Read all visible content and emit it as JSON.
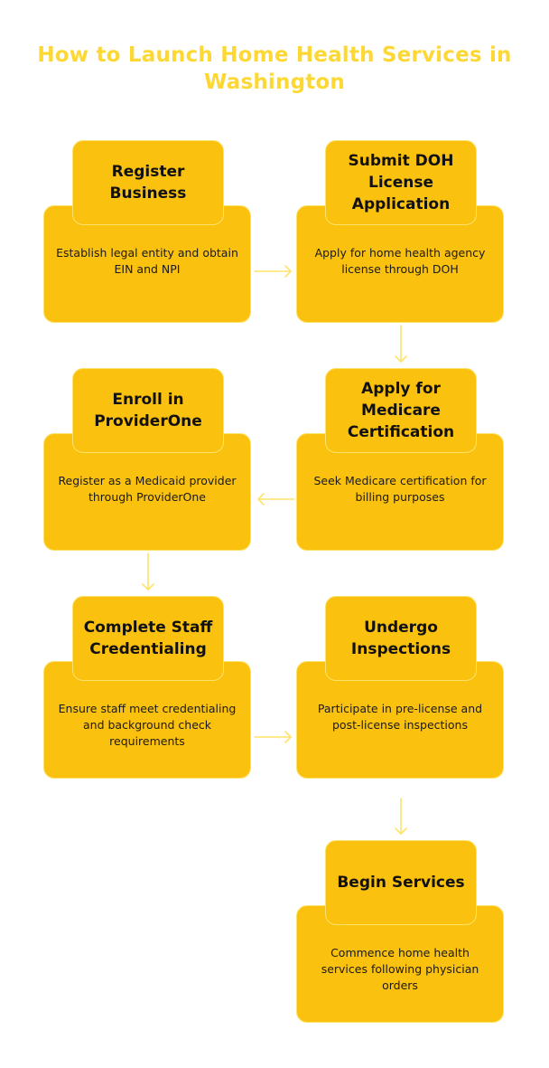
{
  "title": "How to Launch Home Health Services in Washington",
  "steps": [
    {
      "title": "Register Business",
      "description": "Establish legal entity and obtain EIN and NPI"
    },
    {
      "title": "Submit DOH License Application",
      "description": "Apply for home health agency license through DOH"
    },
    {
      "title": "Apply for Medicare Certification",
      "description": "Seek Medicare certification for billing purposes"
    },
    {
      "title": "Enroll in ProviderOne",
      "description": "Register as a Medicaid provider through ProviderOne"
    },
    {
      "title": "Complete Staff Credentialing",
      "description": "Ensure staff meet credentialing and background check requirements"
    },
    {
      "title": "Undergo Inspections",
      "description": "Participate in pre-license and post-license inspections"
    },
    {
      "title": "Begin Services",
      "description": "Commence home health services following physician orders"
    }
  ],
  "colors": {
    "title": "#fdd835",
    "box_fill": "#fbc10f",
    "box_border": "#fde36a",
    "connector": "#fde36a"
  }
}
